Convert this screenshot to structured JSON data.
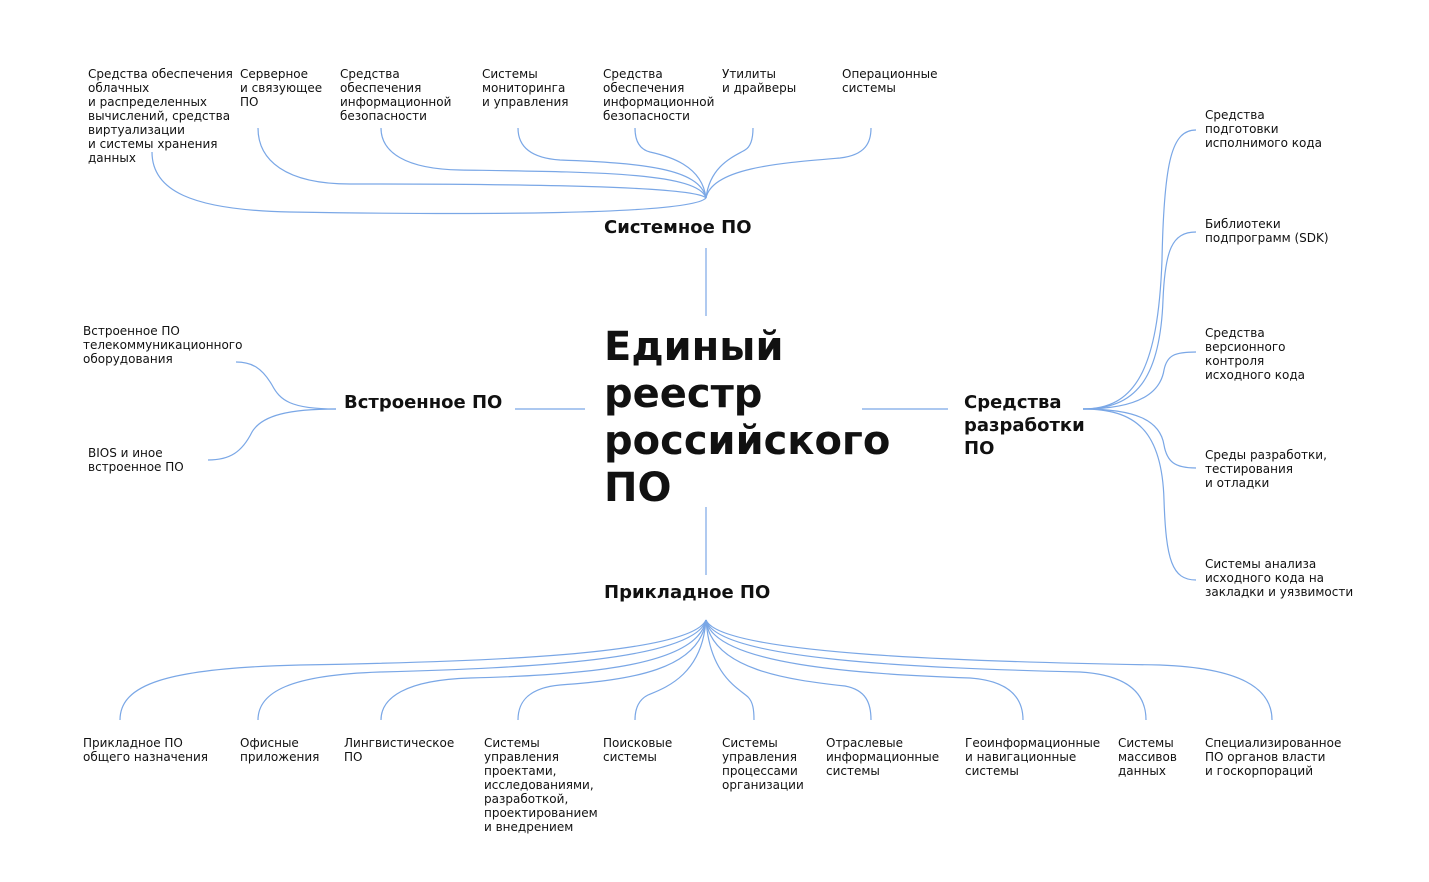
{
  "title": "Единый\nреестр\nроссийского\nПО",
  "colors": {
    "line": "#7aa7e6",
    "text": "#111111",
    "background": "#ffffff"
  },
  "branches": {
    "system": {
      "label": "Системное ПО",
      "children": [
        "Средства обеспечения\nоблачных\nи распределенных\nвычислений, средства\nвиртуализации\nи системы хранения\nданных",
        "Серверное\nи связующее\nПО",
        "Средства\nобеспечения\nинформационной\nбезопасности",
        "Системы\nмониторинга\nи управления",
        "Средства\nобеспечения\nинформационной\nбезопасности",
        "Утилиты\nи драйверы",
        "Операционные\nсистемы"
      ]
    },
    "embedded": {
      "label": "Встроенное ПО",
      "children": [
        "Встроенное ПО\nтелекоммуникационного\nоборудования",
        "BIOS и иное\nвстроенное ПО"
      ]
    },
    "dev": {
      "label": "Средства\nразработки\nПО",
      "children": [
        "Средства\nподготовки\nисполнимого кода",
        "Библиотеки\nподпрограмм (SDK)",
        "Средства\nверсионного\nконтроля\nисходного кода",
        "Среды разработки,\nтестирования\nи отладки",
        "Системы анализа\nисходного кода на\nзакладки и уязвимости"
      ]
    },
    "applied": {
      "label": "Прикладное ПО",
      "children": [
        "Прикладное ПО\nобщего назначения",
        "Офисные\nприложения",
        "Лингвистическое\nПО",
        "Системы\nуправления\nпроектами,\nисследованиями,\nразработкой,\nпроектированием\nи внедрением",
        "Поисковые\nсистемы",
        "Системы\nуправления\nпроцессами\nорганизации",
        "Отраслевые\nинформационные\nсистемы",
        "Геоинформационные\nи навигационные\nсистемы",
        "Системы\nмассивов\nданных",
        "Специализированное\nПО органов власти\nи госкорпораций"
      ]
    }
  }
}
